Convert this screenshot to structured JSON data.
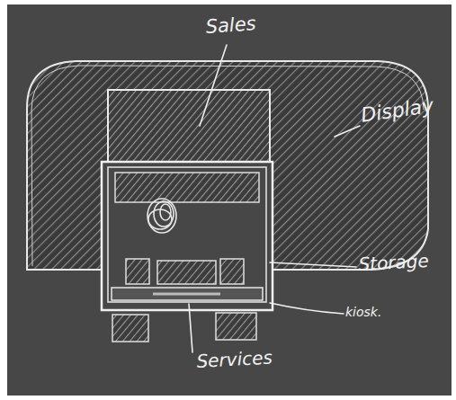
{
  "diagram": {
    "labels": [
      "Sales",
      "Display",
      "Storage",
      "kiosk.",
      "Services"
    ]
  }
}
